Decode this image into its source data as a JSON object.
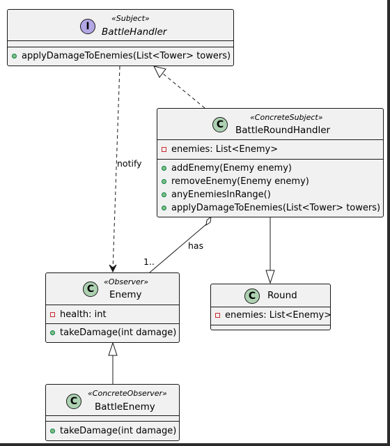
{
  "classes": {
    "battle_handler": {
      "stereotype": "«Subject»",
      "name": "BattleHandler",
      "kind": "interface",
      "badge": "I",
      "methods": [
        "applyDamageToEnemies(List<Tower> towers)"
      ]
    },
    "battle_round_handler": {
      "stereotype": "«ConcreteSubject»",
      "name": "BattleRoundHandler",
      "kind": "class",
      "badge": "C",
      "fields": [
        "enemies: List<Enemy>"
      ],
      "methods": [
        "addEnemy(Enemy enemy)",
        "removeEnemy(Enemy enemy)",
        "anyEnemiesInRange()",
        "applyDamageToEnemies(List<Tower> towers)"
      ]
    },
    "enemy": {
      "stereotype": "«Observer»",
      "name": "Enemy",
      "kind": "class",
      "badge": "C",
      "fields": [
        "health: int"
      ],
      "methods": [
        "takeDamage(int damage)"
      ]
    },
    "round": {
      "name": "Round",
      "kind": "class",
      "badge": "C",
      "fields": [
        "enemies: List<Enemy>"
      ]
    },
    "battle_enemy": {
      "stereotype": "«ConcreteObserver»",
      "name": "BattleEnemy",
      "kind": "class",
      "badge": "C",
      "methods": [
        "takeDamage(int damage)"
      ]
    }
  },
  "relations": {
    "notify_label": "notify",
    "has_label": "has",
    "multiplicity": "1.."
  },
  "colors": {
    "class_fill": "#f1f1f1",
    "class_badge": "#add1b2",
    "interface_badge": "#b4a7e5",
    "public_marker": "#84be84",
    "private_marker": "#c82930"
  }
}
